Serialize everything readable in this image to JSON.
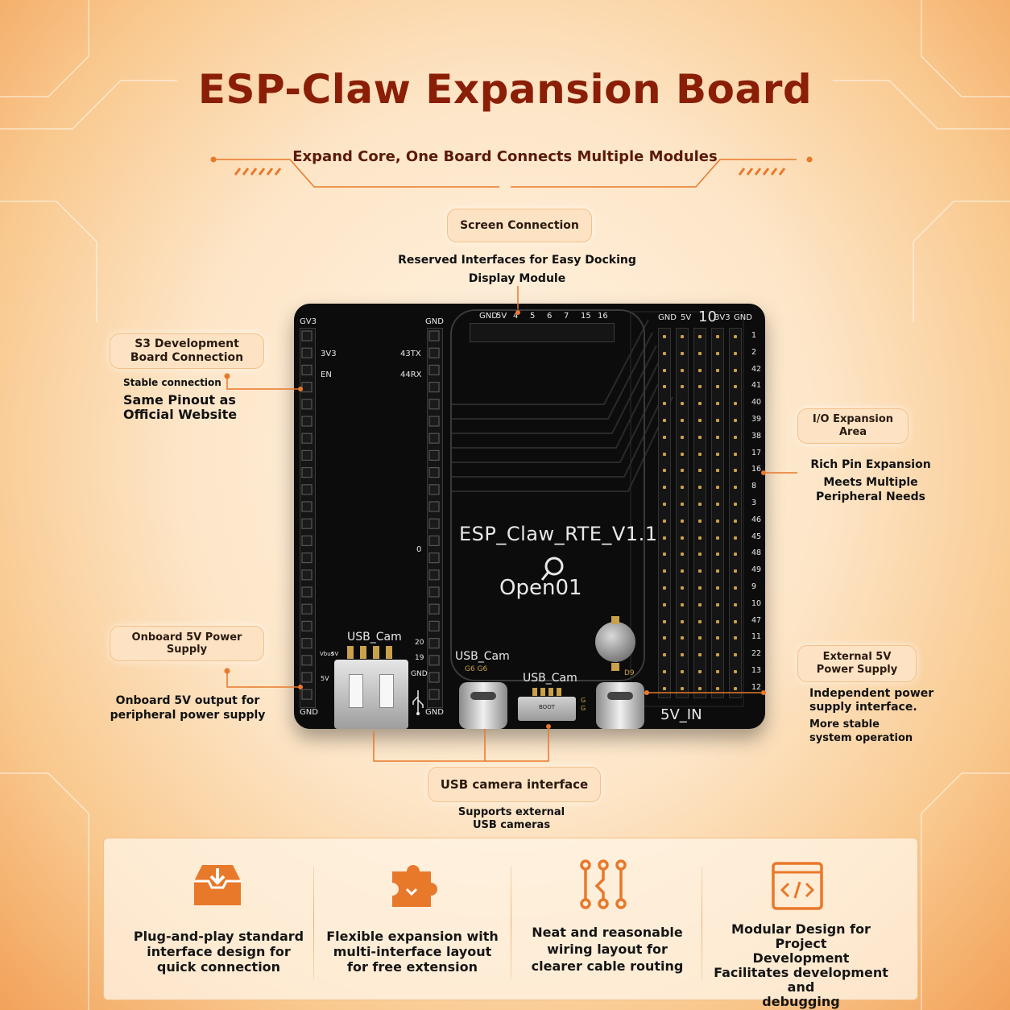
{
  "header": {
    "title": "ESP-Claw Expansion Board",
    "subtitle": "Expand Core, One Board Connects Multiple Modules"
  },
  "callouts": {
    "screen": {
      "label": "Screen Connection",
      "desc1": "Reserved Interfaces for Easy Docking",
      "desc2": "Display Module"
    },
    "s3": {
      "label1": "S3 Development",
      "label2": "Board Connection",
      "small": "Stable connection",
      "desc1": "Same Pinout as",
      "desc2": "Official Website"
    },
    "io": {
      "label1": "I/O Expansion",
      "label2": "Area",
      "desc1": "Rich Pin Expansion",
      "desc2": "Meets Multiple",
      "desc3": "Peripheral Needs"
    },
    "onboard5v": {
      "label": "Onboard 5V Power Supply",
      "desc1": "Onboard 5V output for",
      "desc2": "peripheral power supply"
    },
    "ext5v": {
      "label1": "External 5V",
      "label2": "Power Supply",
      "desc1": "Independent power",
      "desc2": "supply interface.",
      "desc3": "More stable",
      "desc4": "system operation"
    },
    "usbcam": {
      "label": "USB camera interface",
      "desc1": "Supports external",
      "desc2": "USB cameras"
    }
  },
  "board": {
    "name": "ESP_Claw_RTE_V1.1",
    "brand": "Open01",
    "left_top": "GV3",
    "left_gnd": "GND",
    "left_3v3": "3V3",
    "left_en": "EN",
    "mid_gnd_top": "GND",
    "tx": "43TX",
    "rx": "44RX",
    "pin0": "0",
    "pin20": "20",
    "pin19": "19",
    "mid_gnd_low": "GND",
    "mid_gnd_bottom": "GND",
    "vbus": "Vbus",
    "v5a": "5V",
    "v5b": "5V",
    "screen_pins": [
      "GND",
      "5V",
      "4",
      "5",
      "6",
      "7",
      "15",
      "16"
    ],
    "io_header": [
      "GND",
      "5V",
      "10",
      "3V3",
      "GND"
    ],
    "io_pins": [
      "1",
      "2",
      "42",
      "41",
      "40",
      "39",
      "38",
      "17",
      "16",
      "8",
      "3",
      "46",
      "45",
      "48",
      "49",
      "9",
      "10",
      "47",
      "11",
      "22",
      "13",
      "12"
    ],
    "usb_cam1": "USB_Cam",
    "usb_cam2": "USB_Cam",
    "usb_cam3": "USB_Cam",
    "g_labels": "G6  G6",
    "d_labels": "D9",
    "g_small": "G  G",
    "boot": "BOOT",
    "in5v": "5V_IN"
  },
  "features": [
    {
      "icon": "plug-and-play-icon",
      "l1": "Plug-and-play standard",
      "l2": "interface design for",
      "l3": "quick connection"
    },
    {
      "icon": "puzzle-icon",
      "l1": "Flexible expansion with",
      "l2": "multi-interface layout",
      "l3": "for free extension"
    },
    {
      "icon": "wiring-icon",
      "l1": "Neat and reasonable",
      "l2": "wiring layout for",
      "l3": "clearer cable routing"
    },
    {
      "icon": "code-icon",
      "l1": "Modular Design for Project",
      "l2": "Development",
      "l3": "Facilitates development and",
      "l4": "debugging"
    }
  ],
  "colors": {
    "title": "#8a1e06",
    "accent": "#e8782a",
    "board": "#0c0c0d",
    "gold": "#c9a14a"
  }
}
